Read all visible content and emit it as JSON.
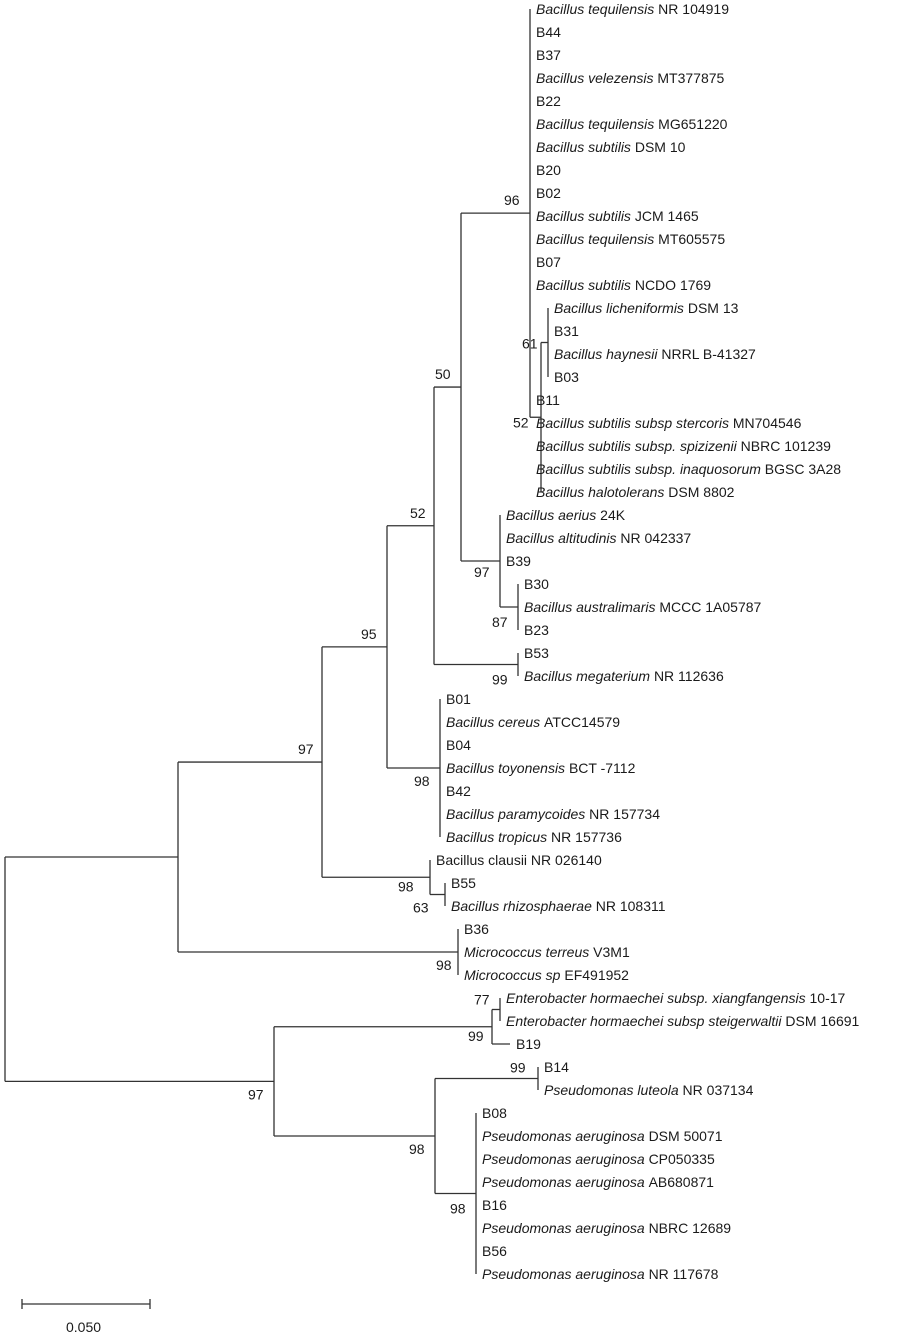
{
  "tree": {
    "leaves": [
      {
        "id": "L1",
        "species": "Bacillus tequilensis",
        "accession": "NR 104919"
      },
      {
        "id": "L2",
        "species": "",
        "accession": "B44"
      },
      {
        "id": "L3",
        "species": "",
        "accession": "B37"
      },
      {
        "id": "L4",
        "species": "Bacillus velezensis",
        "accession": "MT377875"
      },
      {
        "id": "L5",
        "species": "",
        "accession": "B22"
      },
      {
        "id": "L6",
        "species": "Bacillus tequilensis",
        "accession": "MG651220"
      },
      {
        "id": "L7",
        "species": "Bacillus subtilis",
        "accession": "DSM 10"
      },
      {
        "id": "L8",
        "species": "",
        "accession": "B20"
      },
      {
        "id": "L9",
        "species": "",
        "accession": "B02"
      },
      {
        "id": "L10",
        "species": "Bacillus subtilis",
        "accession": "JCM 1465"
      },
      {
        "id": "L11",
        "species": "Bacillus tequilensis",
        "accession": "MT605575"
      },
      {
        "id": "L12",
        "species": "",
        "accession": "B07"
      },
      {
        "id": "L13",
        "species": "Bacillus subtilis",
        "accession": "NCDO 1769"
      },
      {
        "id": "L14",
        "species": "Bacillus licheniformis",
        "accession": "DSM 13"
      },
      {
        "id": "L15",
        "species": "",
        "accession": "B31"
      },
      {
        "id": "L16",
        "species": "Bacillus haynesii",
        "accession": "NRRL B-41327"
      },
      {
        "id": "L17",
        "species": "",
        "accession": "B03"
      },
      {
        "id": "L18",
        "species": "",
        "accession": "B11"
      },
      {
        "id": "L19",
        "species": "Bacillus subtilis subsp stercoris",
        "accession": "MN704546"
      },
      {
        "id": "L20",
        "species": "Bacillus subtilis subsp. spizizenii",
        "accession": "NBRC 101239"
      },
      {
        "id": "L21",
        "species": "Bacillus subtilis subsp. inaquosorum",
        "accession": "BGSC 3A28"
      },
      {
        "id": "L22",
        "species": "Bacillus halotolerans",
        "accession": "DSM 8802"
      },
      {
        "id": "L23",
        "species": "Bacillus aerius",
        "accession": "24K"
      },
      {
        "id": "L24",
        "species": "Bacillus altitudinis",
        "accession": "NR 042337"
      },
      {
        "id": "L25",
        "species": "",
        "accession": "B39"
      },
      {
        "id": "L26",
        "species": "",
        "accession": "B30"
      },
      {
        "id": "L27",
        "species": "Bacillus australimaris",
        "accession": "MCCC 1A05787"
      },
      {
        "id": "L28",
        "species": "",
        "accession": "B23"
      },
      {
        "id": "L29",
        "species": "",
        "accession": "B53"
      },
      {
        "id": "L30",
        "species": "Bacillus megaterium",
        "accession": "NR 112636"
      },
      {
        "id": "L31",
        "species": "",
        "accession": "B01"
      },
      {
        "id": "L32",
        "species": "Bacillus cereus",
        "accession": "ATCC14579"
      },
      {
        "id": "L33",
        "species": "",
        "accession": "B04"
      },
      {
        "id": "L34",
        "species": "Bacillus toyonensis",
        "accession": "BCT -7112"
      },
      {
        "id": "L35",
        "species": "",
        "accession": "B42"
      },
      {
        "id": "L36",
        "species": "Bacillus paramycoides",
        "accession": "NR 157734"
      },
      {
        "id": "L37",
        "species": "Bacillus tropicus",
        "accession": "NR 157736"
      },
      {
        "id": "L38",
        "species": "",
        "accession": "Bacillus clausii NR 026140"
      },
      {
        "id": "L39",
        "species": "",
        "accession": "B55"
      },
      {
        "id": "L40",
        "species": "Bacillus rhizosphaerae",
        "accession": "NR 108311"
      },
      {
        "id": "L41",
        "species": "",
        "accession": "B36"
      },
      {
        "id": "L42",
        "species": "Micrococcus terreus",
        "accession": "V3M1"
      },
      {
        "id": "L43",
        "species": "Micrococcus sp",
        "accession": "EF491952"
      },
      {
        "id": "L44",
        "species": "Enterobacter hormaechei subsp. xiangfangensis",
        "accession": "10-17"
      },
      {
        "id": "L45",
        "species": "Enterobacter hormaechei subsp steigerwaltii",
        "accession": "DSM 16691"
      },
      {
        "id": "L46",
        "species": "",
        "accession": "B19"
      },
      {
        "id": "L47",
        "species": "",
        "accession": "B14"
      },
      {
        "id": "L48",
        "species": "Pseudomonas luteola",
        "accession": "NR 037134"
      },
      {
        "id": "L49",
        "species": "",
        "accession": "B08"
      },
      {
        "id": "L50",
        "species": "Pseudomonas aeruginosa",
        "accession": "DSM 50071"
      },
      {
        "id": "L51",
        "species": "Pseudomonas aeruginosa",
        "accession": "CP050335"
      },
      {
        "id": "L52",
        "species": "Pseudomonas aeruginosa",
        "accession": "AB680871"
      },
      {
        "id": "L53",
        "species": "",
        "accession": "B16"
      },
      {
        "id": "L54",
        "species": "Pseudomonas aeruginosa",
        "accession": "NBRC 12689"
      },
      {
        "id": "L55",
        "species": "",
        "accession": "B56"
      },
      {
        "id": "L56",
        "species": "Pseudomonas aeruginosa",
        "accession": "NR 117678"
      }
    ],
    "support_values": [
      {
        "node": "N_sub96",
        "value": "96"
      },
      {
        "node": "N_lich61",
        "value": "61"
      },
      {
        "node": "N_52a",
        "value": "52"
      },
      {
        "node": "N_50",
        "value": "50"
      },
      {
        "node": "N_52b",
        "value": "52"
      },
      {
        "node": "N_alt97",
        "value": "97"
      },
      {
        "node": "N_aus87",
        "value": "87"
      },
      {
        "node": "N_meg99",
        "value": "99"
      },
      {
        "node": "N_95",
        "value": "95"
      },
      {
        "node": "N_cer98",
        "value": "98"
      },
      {
        "node": "N_97top",
        "value": "97"
      },
      {
        "node": "N_cla98",
        "value": "98"
      },
      {
        "node": "N_rhi63",
        "value": "63"
      },
      {
        "node": "N_mic98",
        "value": "98"
      },
      {
        "node": "N_ent77",
        "value": "77"
      },
      {
        "node": "N_ent99",
        "value": "99"
      },
      {
        "node": "N_97bot",
        "value": "97"
      },
      {
        "node": "N_lut99",
        "value": "99"
      },
      {
        "node": "N_pse98a",
        "value": "98"
      },
      {
        "node": "N_pse98b",
        "value": "98"
      }
    ]
  },
  "scale_bar": {
    "label": "0.050"
  }
}
